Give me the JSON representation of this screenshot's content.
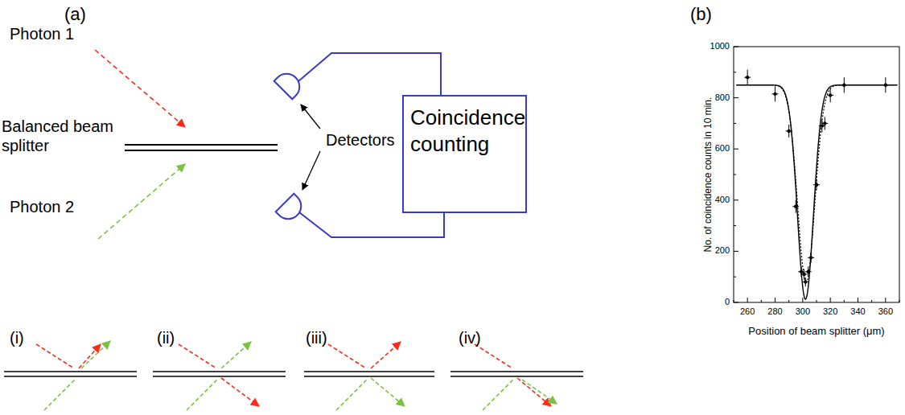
{
  "diagram": {
    "nodes": [
      {
        "text": [
          "Coincidence counting"
        ]
      }
    ],
    "labels": [
      "(a)",
      "Photon 1",
      "Balanced beam splitter",
      "Photon 2",
      "Detectors",
      "(i)",
      "(ii)",
      "(iii)",
      "(iv)",
      "(b)",
      "No. of coincidence counts in 10 min.",
      "Position of beam splitter (μm)",
      "0",
      "200",
      "400",
      "600",
      "800",
      "1000",
      "260",
      "280",
      "300",
      "320",
      "340",
      "360"
    ]
  }
}
